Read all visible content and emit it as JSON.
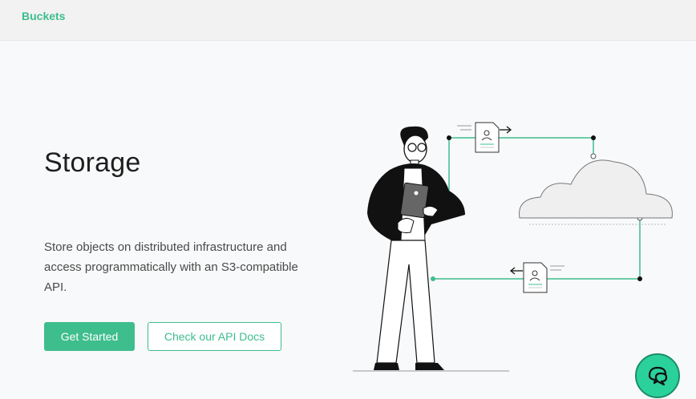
{
  "header": {
    "tab_label": "Buckets"
  },
  "hero": {
    "title": "Storage",
    "description": "Store objects on distributed infrastructure and access programmatically with an S3-compatible API.",
    "primary_button": "Get Started",
    "secondary_button": "Check our API Docs"
  },
  "colors": {
    "accent": "#3ebd8d",
    "chat": "#2bd19a"
  },
  "icons": {
    "chat": "chat-bubbles-icon",
    "illustration": "storage-illustration"
  }
}
